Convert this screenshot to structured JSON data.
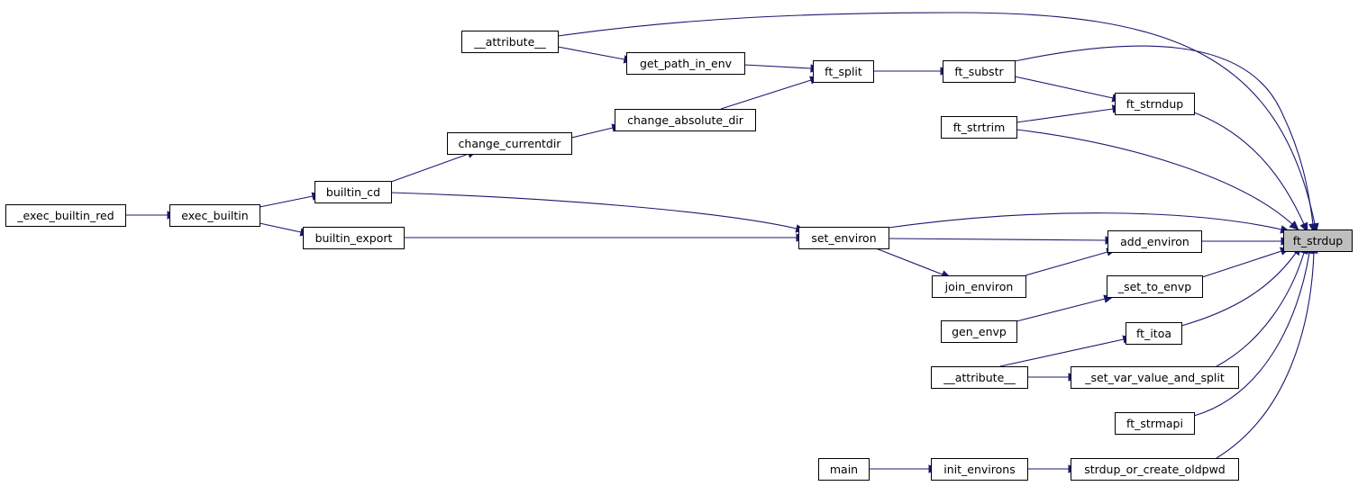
{
  "colors": {
    "edge": "#191970",
    "node_border": "#000000",
    "highlight_fill": "#bfbfbf",
    "background": "#ffffff"
  },
  "nodes": [
    {
      "id": "ft_strdup",
      "label": "ft_strdup",
      "highlight": true
    },
    {
      "id": "attribute_top",
      "label": "__attribute__"
    },
    {
      "id": "get_path_in_env",
      "label": "get_path_in_env"
    },
    {
      "id": "ft_split",
      "label": "ft_split"
    },
    {
      "id": "ft_substr",
      "label": "ft_substr"
    },
    {
      "id": "ft_strndup",
      "label": "ft_strndup"
    },
    {
      "id": "ft_strtrim",
      "label": "ft_strtrim"
    },
    {
      "id": "change_absolute_dir",
      "label": "change_absolute_dir"
    },
    {
      "id": "change_currentdir",
      "label": "change_currentdir"
    },
    {
      "id": "builtin_cd",
      "label": "builtin_cd"
    },
    {
      "id": "exec_builtin_red",
      "label": "_exec_builtin_red"
    },
    {
      "id": "exec_builtin",
      "label": "exec_builtin"
    },
    {
      "id": "builtin_export",
      "label": "builtin_export"
    },
    {
      "id": "set_environ",
      "label": "set_environ"
    },
    {
      "id": "add_environ",
      "label": "add_environ"
    },
    {
      "id": "join_environ",
      "label": "join_environ"
    },
    {
      "id": "set_to_envp",
      "label": "_set_to_envp"
    },
    {
      "id": "gen_envp",
      "label": "gen_envp"
    },
    {
      "id": "ft_itoa",
      "label": "ft_itoa"
    },
    {
      "id": "attribute_bottom",
      "label": "__attribute__"
    },
    {
      "id": "set_var_value_and_split",
      "label": "_set_var_value_and_split"
    },
    {
      "id": "ft_strmapi",
      "label": "ft_strmapi"
    },
    {
      "id": "main",
      "label": "main"
    },
    {
      "id": "init_environs",
      "label": "init_environs"
    },
    {
      "id": "strdup_or_create_oldpwd",
      "label": "strdup_or_create_oldpwd"
    }
  ],
  "edges": [
    {
      "from": "attribute_top",
      "to": "ft_strdup"
    },
    {
      "from": "attribute_top",
      "to": "get_path_in_env"
    },
    {
      "from": "get_path_in_env",
      "to": "ft_split"
    },
    {
      "from": "ft_split",
      "to": "ft_substr"
    },
    {
      "from": "ft_substr",
      "to": "ft_strdup"
    },
    {
      "from": "ft_substr",
      "to": "ft_strndup"
    },
    {
      "from": "ft_strndup",
      "to": "ft_strdup"
    },
    {
      "from": "ft_strtrim",
      "to": "ft_strndup"
    },
    {
      "from": "ft_strtrim",
      "to": "ft_strdup"
    },
    {
      "from": "change_absolute_dir",
      "to": "ft_split"
    },
    {
      "from": "change_currentdir",
      "to": "change_absolute_dir"
    },
    {
      "from": "builtin_cd",
      "to": "change_currentdir"
    },
    {
      "from": "builtin_cd",
      "to": "set_environ"
    },
    {
      "from": "exec_builtin_red",
      "to": "exec_builtin"
    },
    {
      "from": "exec_builtin",
      "to": "builtin_cd"
    },
    {
      "from": "exec_builtin",
      "to": "builtin_export"
    },
    {
      "from": "builtin_export",
      "to": "set_environ"
    },
    {
      "from": "set_environ",
      "to": "ft_strdup"
    },
    {
      "from": "set_environ",
      "to": "add_environ"
    },
    {
      "from": "set_environ",
      "to": "join_environ"
    },
    {
      "from": "add_environ",
      "to": "ft_strdup"
    },
    {
      "from": "join_environ",
      "to": "add_environ"
    },
    {
      "from": "set_to_envp",
      "to": "ft_strdup"
    },
    {
      "from": "gen_envp",
      "to": "set_to_envp"
    },
    {
      "from": "ft_itoa",
      "to": "ft_strdup"
    },
    {
      "from": "attribute_bottom",
      "to": "ft_itoa"
    },
    {
      "from": "attribute_bottom",
      "to": "set_var_value_and_split"
    },
    {
      "from": "set_var_value_and_split",
      "to": "ft_strdup"
    },
    {
      "from": "ft_strmapi",
      "to": "ft_strdup"
    },
    {
      "from": "main",
      "to": "init_environs"
    },
    {
      "from": "init_environs",
      "to": "strdup_or_create_oldpwd"
    },
    {
      "from": "strdup_or_create_oldpwd",
      "to": "ft_strdup"
    }
  ]
}
